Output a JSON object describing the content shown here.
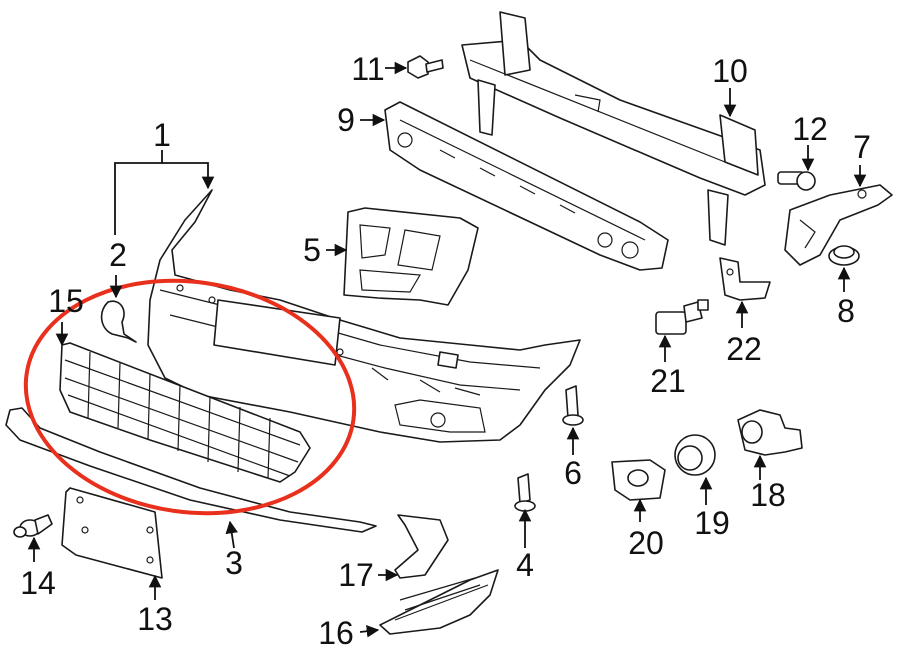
{
  "diagram": {
    "highlight_color": "#e8301c",
    "line_color": "#1a1a1a",
    "callouts": [
      {
        "id": "1",
        "label": "1"
      },
      {
        "id": "2",
        "label": "2"
      },
      {
        "id": "3",
        "label": "3"
      },
      {
        "id": "4",
        "label": "4"
      },
      {
        "id": "5",
        "label": "5"
      },
      {
        "id": "6",
        "label": "6"
      },
      {
        "id": "7",
        "label": "7"
      },
      {
        "id": "8",
        "label": "8"
      },
      {
        "id": "9",
        "label": "9"
      },
      {
        "id": "10",
        "label": "10"
      },
      {
        "id": "11",
        "label": "11"
      },
      {
        "id": "12",
        "label": "12"
      },
      {
        "id": "13",
        "label": "13"
      },
      {
        "id": "14",
        "label": "14"
      },
      {
        "id": "15",
        "label": "15"
      },
      {
        "id": "16",
        "label": "16"
      },
      {
        "id": "17",
        "label": "17"
      },
      {
        "id": "18",
        "label": "18"
      },
      {
        "id": "19",
        "label": "19"
      },
      {
        "id": "20",
        "label": "20"
      },
      {
        "id": "21",
        "label": "21"
      },
      {
        "id": "22",
        "label": "22"
      }
    ]
  }
}
